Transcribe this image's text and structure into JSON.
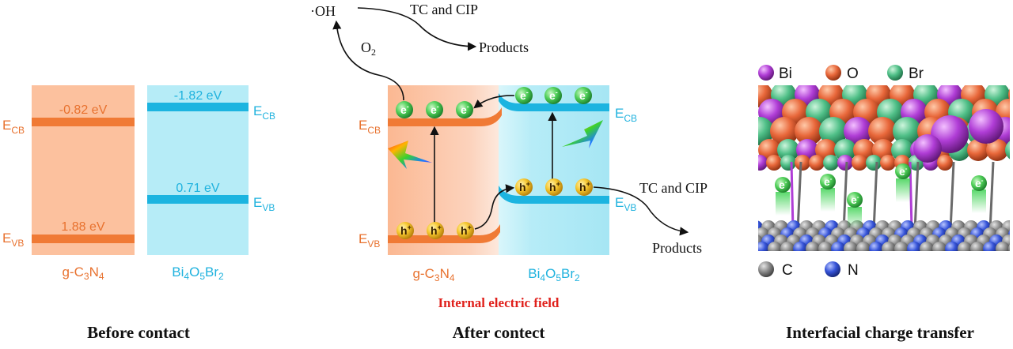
{
  "before": {
    "caption": "Before contact",
    "gcn": {
      "ecb_value": "-0.82 eV",
      "evb_value": "1.88 eV",
      "ecb_main": "E",
      "ecb_sub": "CB",
      "evb_main": "E",
      "evb_sub": "VB",
      "name_a": "g-C",
      "name_sub1": "3",
      "name_b": "N",
      "name_sub2": "4"
    },
    "bob": {
      "ecb_value": "-1.82 eV",
      "evb_value": "0.71 eV",
      "ecb_main": "E",
      "ecb_sub": "CB",
      "evb_main": "E",
      "evb_sub": "VB",
      "name_a": "Bi",
      "name_sub1": "4",
      "name_b": "O",
      "name_sub2": "5",
      "name_c": "Br",
      "name_sub3": "2"
    }
  },
  "after": {
    "caption": "After contect",
    "field_label": "Internal electric field",
    "oh_label": "·OH",
    "o2_main": "O",
    "o2_sub": "2",
    "tc_cip_top": "TC and CIP",
    "products_top": "Products",
    "tc_cip_right": "TC and CIP",
    "products_right": "Products",
    "electron": "e",
    "electron_sup": "-",
    "hole": "h",
    "hole_sup": "+",
    "gcn": {
      "ecb_main": "E",
      "ecb_sub": "CB",
      "evb_main": "E",
      "evb_sub": "VB",
      "name_a": "g-C",
      "name_sub1": "3",
      "name_b": "N",
      "name_sub2": "4"
    },
    "bob": {
      "ecb_main": "E",
      "ecb_sub": "CB",
      "evb_main": "E",
      "evb_sub": "VB",
      "name_a": "Bi",
      "name_sub1": "4",
      "name_b": "O",
      "name_sub2": "5",
      "name_c": "Br",
      "name_sub3": "2"
    }
  },
  "interface": {
    "caption": "Interfacial charge transfer",
    "legend_top": [
      "Bi",
      "O",
      "Br"
    ],
    "legend_bottom": [
      "C",
      "N"
    ],
    "colors": {
      "Bi": "#b03dd6",
      "O": "#e8673a",
      "Br": "#4fbf87",
      "C": "#8a8a8a",
      "N": "#3553d8"
    }
  },
  "colors": {
    "gcn_fill": "#fcc19e",
    "gcn_band": "#f07a35",
    "bob_fill": "#b6ecf7",
    "bob_band": "#1cb4e0",
    "label_orange": "#e8722f",
    "label_blue": "#1fb2de",
    "field_red": "#e0201b"
  }
}
